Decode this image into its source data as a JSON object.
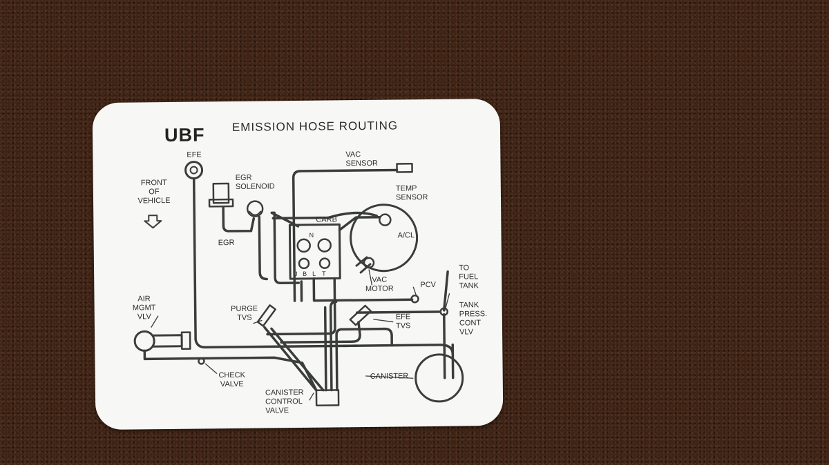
{
  "decal": {
    "code": "UBF",
    "title": "EMISSION HOSE ROUTING",
    "labels": {
      "efe_top": "EFE",
      "front": "FRONT",
      "of": "OF",
      "vehicle": "VEHICLE",
      "egr_solenoid_1": "EGR",
      "egr_solenoid_2": "SOLENOID",
      "egr": "EGR",
      "vac_sensor_1": "VAC",
      "vac_sensor_2": "SENSOR",
      "temp_sensor_1": "TEMP",
      "temp_sensor_2": "SENSOR",
      "carb": "CARB",
      "carb_n": "N",
      "carb_b": "B",
      "carb_l": "L",
      "carb_t": "T",
      "carb_j": "J",
      "acl": "A/CL",
      "vac_motor_1": "VAC",
      "vac_motor_2": "MOTOR",
      "pcv": "PCV",
      "to_fuel_tank_1": "TO",
      "to_fuel_tank_2": "FUEL",
      "to_fuel_tank_3": "TANK",
      "tank_press_1": "TANK",
      "tank_press_2": "PRESS.",
      "tank_press_3": "CONT",
      "tank_press_4": "VLV",
      "air_mgmt_1": "AIR",
      "air_mgmt_2": "MGMT",
      "air_mgmt_3": "VLV",
      "purge_tvs_1": "PURGE",
      "purge_tvs_2": "TVS",
      "efe_tvs_1": "EFE",
      "efe_tvs_2": "TVS",
      "check_valve_1": "CHECK",
      "check_valve_2": "VALVE",
      "canister": "CANISTER",
      "ccv_1": "CANISTER",
      "ccv_2": "CONTROL",
      "ccv_3": "VALVE"
    }
  }
}
